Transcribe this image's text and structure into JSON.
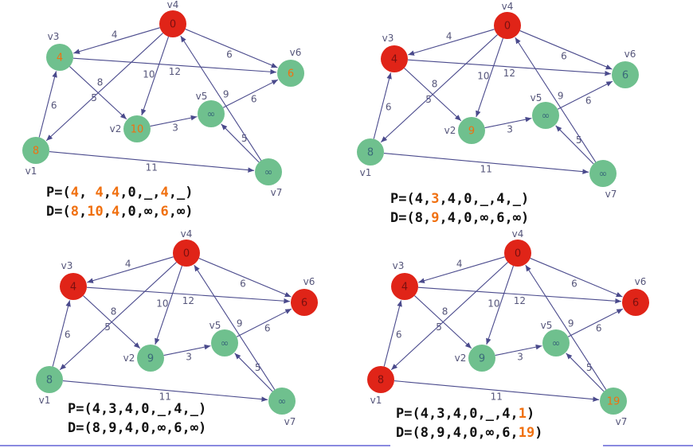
{
  "colors": {
    "visited": "#e02418",
    "unvisited": "#6fc08e",
    "edge": "#4a4a8c",
    "highlight": "#f07010",
    "text": "#111111",
    "label": "#55557a"
  },
  "edges": [
    {
      "from": "v4",
      "to": "v3",
      "weight": "4"
    },
    {
      "from": "v4",
      "to": "v6",
      "weight": "6"
    },
    {
      "from": "v3",
      "to": "v6",
      "weight": "12"
    },
    {
      "from": "v3",
      "to": "v2",
      "weight": "5"
    },
    {
      "from": "v4",
      "to": "v2",
      "weight": "10"
    },
    {
      "from": "v4",
      "to": "v1",
      "weight": "8"
    },
    {
      "from": "v1",
      "to": "v3",
      "weight": "6"
    },
    {
      "from": "v2",
      "to": "v5",
      "weight": "3"
    },
    {
      "from": "v5",
      "to": "v6",
      "weight": "6"
    },
    {
      "from": "v7",
      "to": "v5",
      "weight": "5"
    },
    {
      "from": "v7",
      "to": "v4",
      "weight": "9"
    },
    {
      "from": "v1",
      "to": "v7",
      "weight": "11"
    }
  ],
  "panels": [
    {
      "nodes": {
        "v1": {
          "value": "8",
          "visited": false,
          "highlight": true
        },
        "v2": {
          "value": "10",
          "visited": false,
          "highlight": true
        },
        "v3": {
          "value": "4",
          "visited": false,
          "highlight": true
        },
        "v4": {
          "value": "0",
          "visited": true,
          "highlight": false
        },
        "v5": {
          "value": "∞",
          "visited": false,
          "highlight": false
        },
        "v6": {
          "value": "6",
          "visited": false,
          "highlight": true
        },
        "v7": {
          "value": "∞",
          "visited": false,
          "highlight": false
        }
      },
      "P": {
        "prefix": "P=(",
        "items": [
          "4",
          " 4",
          "4",
          "0",
          "_",
          "4",
          "_"
        ],
        "highlight": [
          0,
          1,
          2,
          5
        ],
        "suffix": ")"
      },
      "D": {
        "prefix": "D=(",
        "items": [
          "8",
          "10",
          "4",
          "0",
          "∞",
          "6",
          "∞"
        ],
        "highlight": [
          0,
          1,
          2,
          5
        ],
        "suffix": ")"
      }
    },
    {
      "nodes": {
        "v1": {
          "value": "8",
          "visited": false,
          "highlight": false
        },
        "v2": {
          "value": "9",
          "visited": false,
          "highlight": true
        },
        "v3": {
          "value": "4",
          "visited": true,
          "highlight": false
        },
        "v4": {
          "value": "0",
          "visited": true,
          "highlight": false
        },
        "v5": {
          "value": "∞",
          "visited": false,
          "highlight": false
        },
        "v6": {
          "value": "6",
          "visited": false,
          "highlight": false
        },
        "v7": {
          "value": "∞",
          "visited": false,
          "highlight": false
        }
      },
      "P": {
        "prefix": "P=(",
        "items": [
          "4",
          "3",
          "4",
          "0",
          "_",
          "4",
          "_"
        ],
        "highlight": [
          1
        ],
        "suffix": ")"
      },
      "D": {
        "prefix": "D=(",
        "items": [
          "8",
          "9",
          "4",
          "0",
          "∞",
          "6",
          "∞"
        ],
        "highlight": [
          1
        ],
        "suffix": ")"
      }
    },
    {
      "nodes": {
        "v1": {
          "value": "8",
          "visited": false,
          "highlight": false
        },
        "v2": {
          "value": "9",
          "visited": false,
          "highlight": false
        },
        "v3": {
          "value": "4",
          "visited": true,
          "highlight": false
        },
        "v4": {
          "value": "0",
          "visited": true,
          "highlight": false
        },
        "v5": {
          "value": "∞",
          "visited": false,
          "highlight": false
        },
        "v6": {
          "value": "6",
          "visited": true,
          "highlight": false
        },
        "v7": {
          "value": "∞",
          "visited": false,
          "highlight": false
        }
      },
      "P": {
        "prefix": "P=(",
        "items": [
          "4",
          "3",
          "4",
          "0",
          "_",
          "4",
          "_"
        ],
        "highlight": [],
        "suffix": ")"
      },
      "D": {
        "prefix": "D=(",
        "items": [
          "8",
          "9",
          "4",
          "0",
          "∞",
          "6",
          "∞"
        ],
        "highlight": [],
        "suffix": ")"
      }
    },
    {
      "nodes": {
        "v1": {
          "value": "8",
          "visited": true,
          "highlight": false
        },
        "v2": {
          "value": "9",
          "visited": false,
          "highlight": false
        },
        "v3": {
          "value": "4",
          "visited": true,
          "highlight": false
        },
        "v4": {
          "value": "0",
          "visited": true,
          "highlight": false
        },
        "v5": {
          "value": "∞",
          "visited": false,
          "highlight": false
        },
        "v6": {
          "value": "6",
          "visited": true,
          "highlight": false
        },
        "v7": {
          "value": "19",
          "visited": false,
          "highlight": true
        }
      },
      "P": {
        "prefix": "P=(",
        "items": [
          "4",
          "3",
          "4",
          "0",
          "_",
          "4",
          "1"
        ],
        "highlight": [
          6
        ],
        "suffix": ")"
      },
      "D": {
        "prefix": "D=(",
        "items": [
          "8",
          "9",
          "4",
          "0",
          "∞",
          "6",
          "19"
        ],
        "highlight": [
          6
        ],
        "suffix": ")"
      }
    }
  ]
}
